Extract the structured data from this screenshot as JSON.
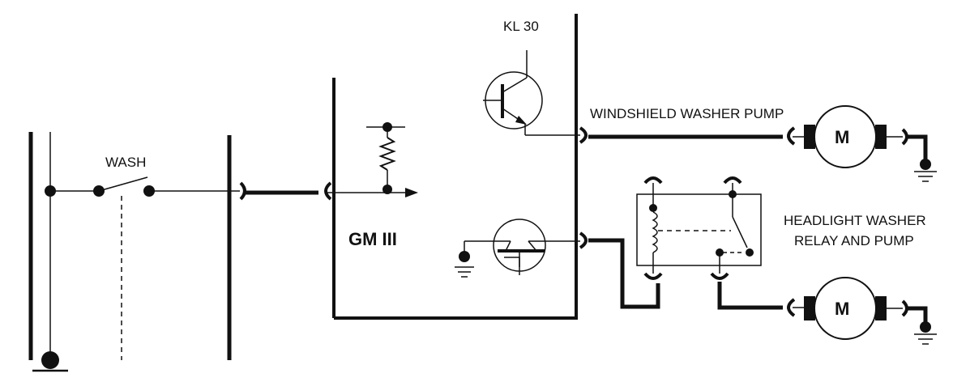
{
  "labels": {
    "wash": "WASH",
    "kl30": "KL 30",
    "gm": "GM III",
    "windshield_pump": "WINDSHIELD WASHER PUMP",
    "headlight_line1": "HEADLIGHT  WASHER",
    "headlight_line2": "RELAY AND  PUMP",
    "motor_top": "M",
    "motor_bottom": "M"
  }
}
